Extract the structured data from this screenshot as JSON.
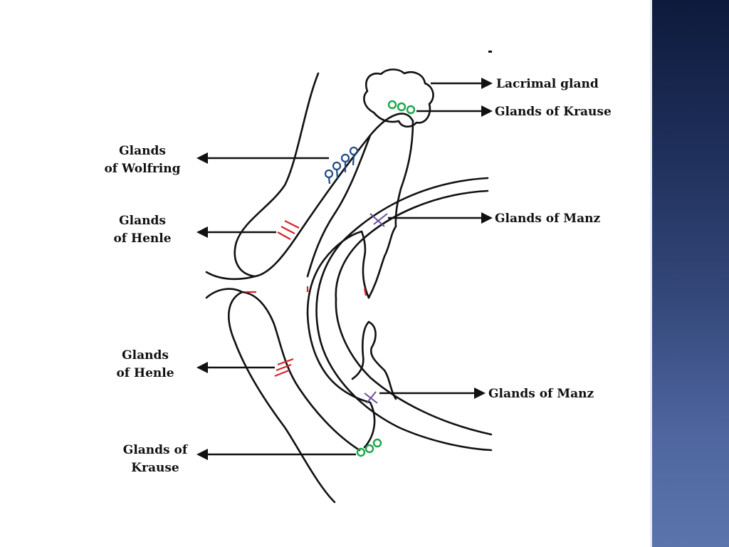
{
  "labels": {
    "lacrimal_gland": "Lacrimal gland",
    "krause_upper": "Glands of Krause",
    "wolfring": [
      "Glands",
      "of Wolfring"
    ],
    "henle_upper": [
      "Glands",
      "of Henle"
    ],
    "manz_upper": "Glands of Manz",
    "henle_lower": [
      "Glands",
      "of Henle"
    ],
    "manz_lower": "Glands of Manz",
    "krause_lower": [
      "Glands of",
      "Krause"
    ]
  },
  "colors": {
    "krause": "#1aa64a",
    "wolfring": "#1f4a86",
    "henle": "#d4262e",
    "manz": "#6a4e9c",
    "side_panel": "#34487a"
  }
}
